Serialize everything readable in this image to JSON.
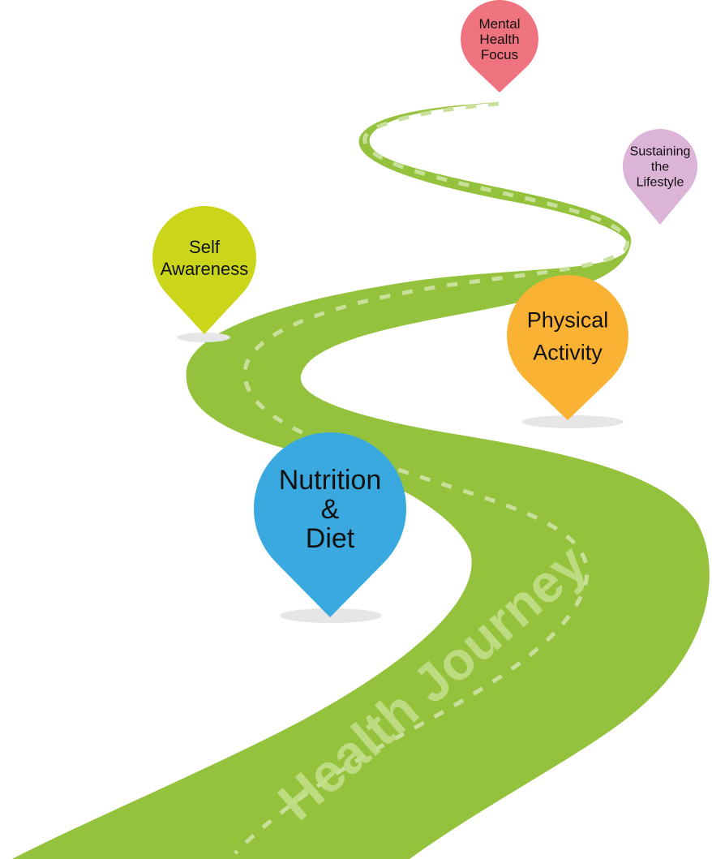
{
  "road": {
    "title": "Health Journey",
    "color": "#95c23d",
    "dash_color": "#c9e09a"
  },
  "milestones": [
    {
      "id": "mental-health",
      "lines": [
        "Mental",
        "Health",
        "Focus"
      ],
      "color": "#ef737e"
    },
    {
      "id": "sustaining-lifestyle",
      "lines": [
        "Sustaining",
        "the",
        "Lifestyle"
      ],
      "color": "#dcb4d8"
    },
    {
      "id": "self-awareness",
      "lines": [
        "Self",
        "Awareness"
      ],
      "color": "#cbd61a"
    },
    {
      "id": "physical-activity",
      "lines": [
        "Physical",
        "Activity"
      ],
      "color": "#f9b233"
    },
    {
      "id": "nutrition-diet",
      "lines": [
        "Nutrition",
        "&",
        "Diet"
      ],
      "color": "#3aa9e0"
    }
  ]
}
